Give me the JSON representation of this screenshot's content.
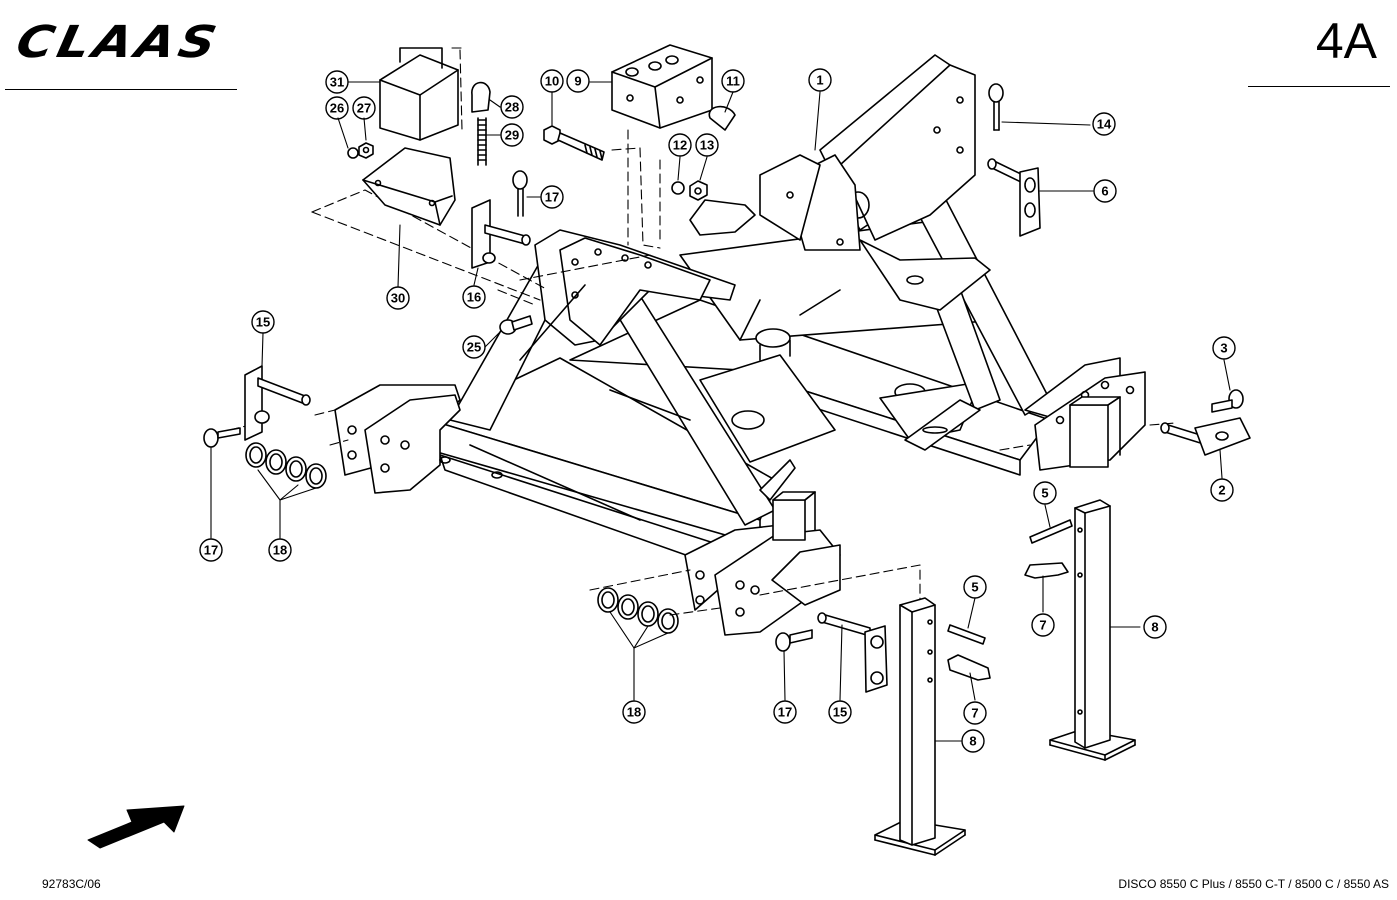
{
  "header": {
    "brand": "CLAAS",
    "page_code": "4A"
  },
  "footer": {
    "drawing_number": "92783C/06",
    "models": "DISCO 8550 C Plus / 8550 C-T / 8500 C / 8550 AS"
  },
  "callouts": {
    "c31": "31",
    "c26": "26",
    "c27": "27",
    "c28": "28",
    "c29": "29",
    "c30": "30",
    "c10": "10",
    "c9": "9",
    "c11": "11",
    "c12": "12",
    "c13": "13",
    "c1": "1",
    "c14": "14",
    "c6": "6",
    "c17_top": "17",
    "c16": "16",
    "c25": "25",
    "c15_left": "15",
    "c17_left": "17",
    "c18_left": "18",
    "c3": "3",
    "c2": "2",
    "c5_right": "5",
    "c7_right": "7",
    "c8_right": "8",
    "c5_mid": "5",
    "c7_mid": "7",
    "c8_mid": "8",
    "c18_bottom": "18",
    "c17_bottom": "17",
    "c15_bottom": "15"
  }
}
